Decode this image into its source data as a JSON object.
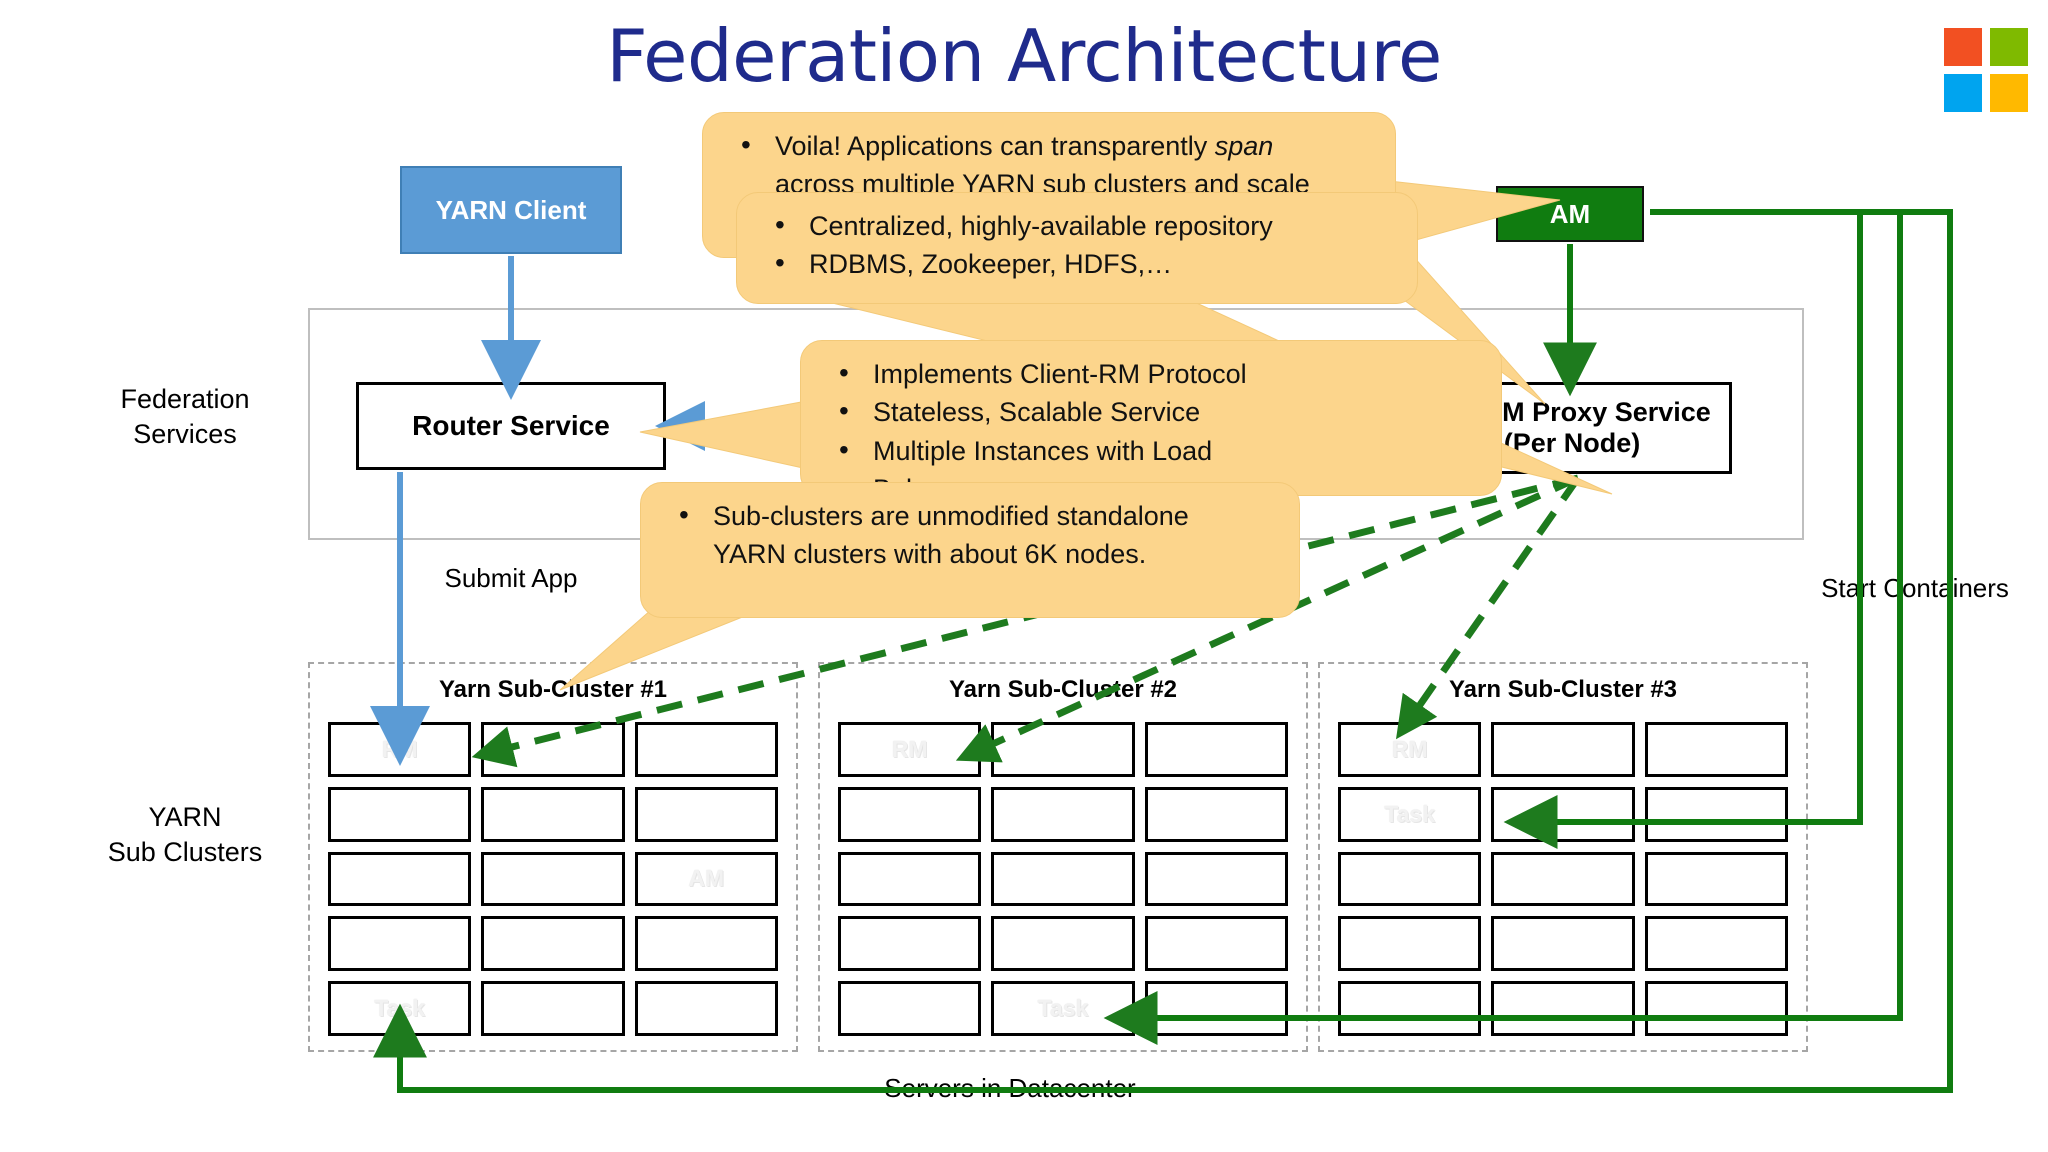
{
  "slide": {
    "title": "Federation Architecture",
    "logo": {
      "name": "microsoft-logo",
      "colors": [
        "#F25022",
        "#7FBA00",
        "#00A4EF",
        "#FFB900"
      ]
    }
  },
  "nodes": {
    "yarn_client": "YARN Client",
    "router_service": "Router Service",
    "amrm_proxy_line1": "AM RM Proxy Service",
    "amrm_proxy_line2": "(Per Node)",
    "am": "AM"
  },
  "labels": {
    "federation_services_line1": "Federation",
    "federation_services_line2": "Services",
    "yarn_subclusters_line1": "YARN",
    "yarn_subclusters_line2": "Sub Clusters",
    "submit_app": "Submit App",
    "start_containers": "Start Containers",
    "servers_in_datacenter": "Servers in Datacenter"
  },
  "callouts": [
    {
      "id": "voila",
      "bullets": [
        "Voila! Applications can transparently span",
        "across multiple YARN sub clusters and scale"
      ],
      "italic_word": "span"
    },
    {
      "id": "state-store",
      "bullets": [
        "Centralized, highly-available repository",
        "RDBMS, Zookeeper, HDFS,…"
      ]
    },
    {
      "id": "router",
      "bullets": [
        "Implements Client-RM Protocol",
        "Stateless, Scalable Service",
        "Multiple Instances with Load",
        "Bal…"
      ]
    },
    {
      "id": "sub-clusters",
      "bullets": [
        "Sub-clusters are unmodified standalone",
        "YARN clusters with about 6K nodes."
      ]
    }
  ],
  "subclusters": [
    {
      "title": "Yarn Sub-Cluster #1",
      "nodes": [
        "RM",
        "",
        "",
        "",
        "",
        "",
        "",
        "",
        "AM",
        "",
        "",
        "",
        "Task",
        "",
        ""
      ]
    },
    {
      "title": "Yarn Sub-Cluster #2",
      "nodes": [
        "RM",
        "",
        "",
        "",
        "",
        "",
        "",
        "",
        "",
        "",
        "",
        "",
        "",
        "Task",
        ""
      ]
    },
    {
      "title": "Yarn Sub-Cluster #3",
      "nodes": [
        "RM",
        "",
        "",
        "Task",
        "",
        "",
        "",
        "",
        "",
        "",
        "",
        "",
        "",
        "",
        ""
      ]
    }
  ],
  "colors": {
    "title": "#1f2b8c",
    "client_fill": "#5B9BD5",
    "am_fill": "#107C10",
    "callout_fill": "#FCD58C",
    "arrow_blue": "#5B9BD5",
    "arrow_green": "#1E7B1E",
    "dashed_border": "#a6a6a6"
  }
}
